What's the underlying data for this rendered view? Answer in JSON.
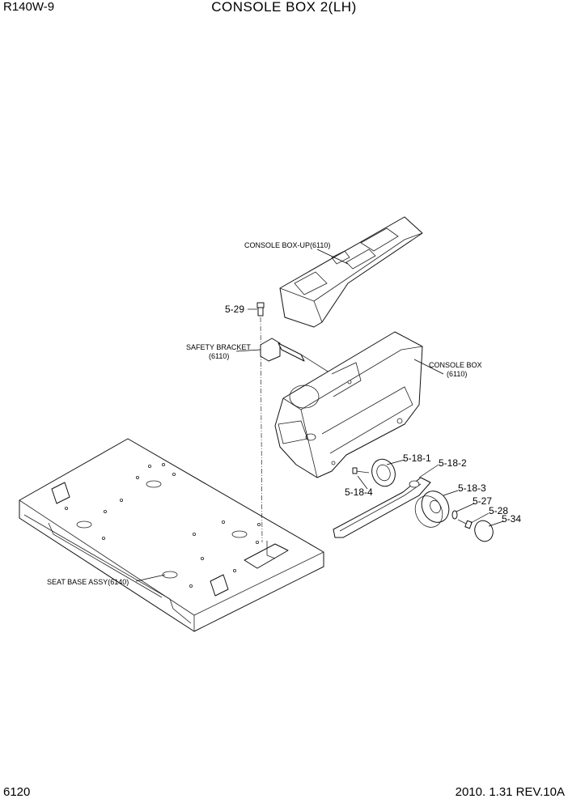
{
  "header": {
    "model": "R140W-9",
    "title": "CONSOLE BOX 2(LH)"
  },
  "footer": {
    "page_number": "6120",
    "revision": "2010. 1.31 REV.10A"
  },
  "labels": {
    "console_box_up": "CONSOLE BOX-UP(6110)",
    "safety_bracket": "SAFETY BRACKET",
    "safety_bracket_ref": "(6110)",
    "console_box": "CONSOLE BOX",
    "console_box_ref": "(6110)",
    "seat_base": "SEAT BASE ASSY(6140)"
  },
  "part_numbers": {
    "p5_29": "5-29",
    "p5_18_1": "5-18-1",
    "p5_18_2": "5-18-2",
    "p5_18_3": "5-18-3",
    "p5_18_4": "5-18-4",
    "p5_27": "5-27",
    "p5_28": "5-28",
    "p5_34": "5-34"
  }
}
